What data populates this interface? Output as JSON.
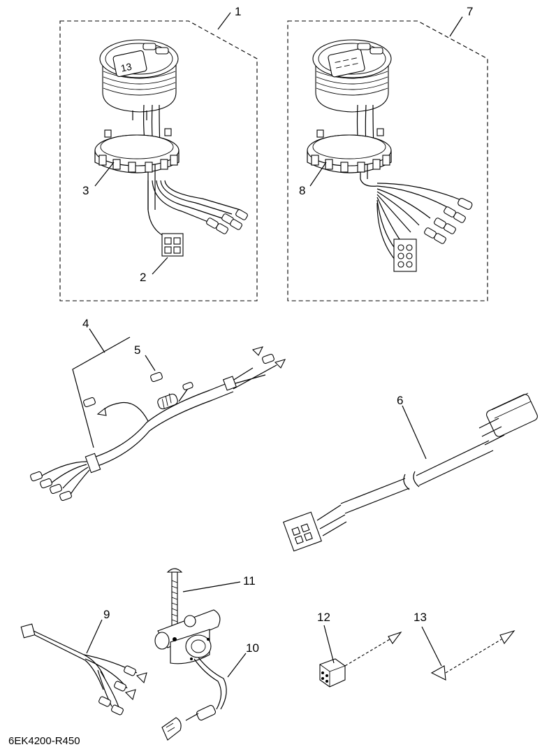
{
  "callouts": {
    "c1": "1",
    "c2": "2",
    "c3": "3",
    "c4": "4",
    "c5": "5",
    "c6": "6",
    "c7": "7",
    "c8": "8",
    "c9": "9",
    "c10": "10",
    "c11": "11",
    "c12": "12",
    "c13": "13"
  },
  "drawing_code": "6EK4200-R450",
  "parts": [
    {
      "ref": "1",
      "icon": "digital-gauge-assembly-icon"
    },
    {
      "ref": "2",
      "icon": "connector-icon"
    },
    {
      "ref": "3",
      "icon": "retaining-ring-icon"
    },
    {
      "ref": "4",
      "icon": "wire-harness-icon"
    },
    {
      "ref": "5",
      "icon": "cap-icon"
    },
    {
      "ref": "6",
      "icon": "extension-cable-icon"
    },
    {
      "ref": "7",
      "icon": "digital-gauge-assembly-icon"
    },
    {
      "ref": "8",
      "icon": "retaining-ring-icon"
    },
    {
      "ref": "9",
      "icon": "sub-harness-icon"
    },
    {
      "ref": "10",
      "icon": "sensor-icon"
    },
    {
      "ref": "11",
      "icon": "screw-icon"
    },
    {
      "ref": "12",
      "icon": "coupler-icon"
    },
    {
      "ref": "13",
      "icon": "lead-wire-icon"
    }
  ]
}
